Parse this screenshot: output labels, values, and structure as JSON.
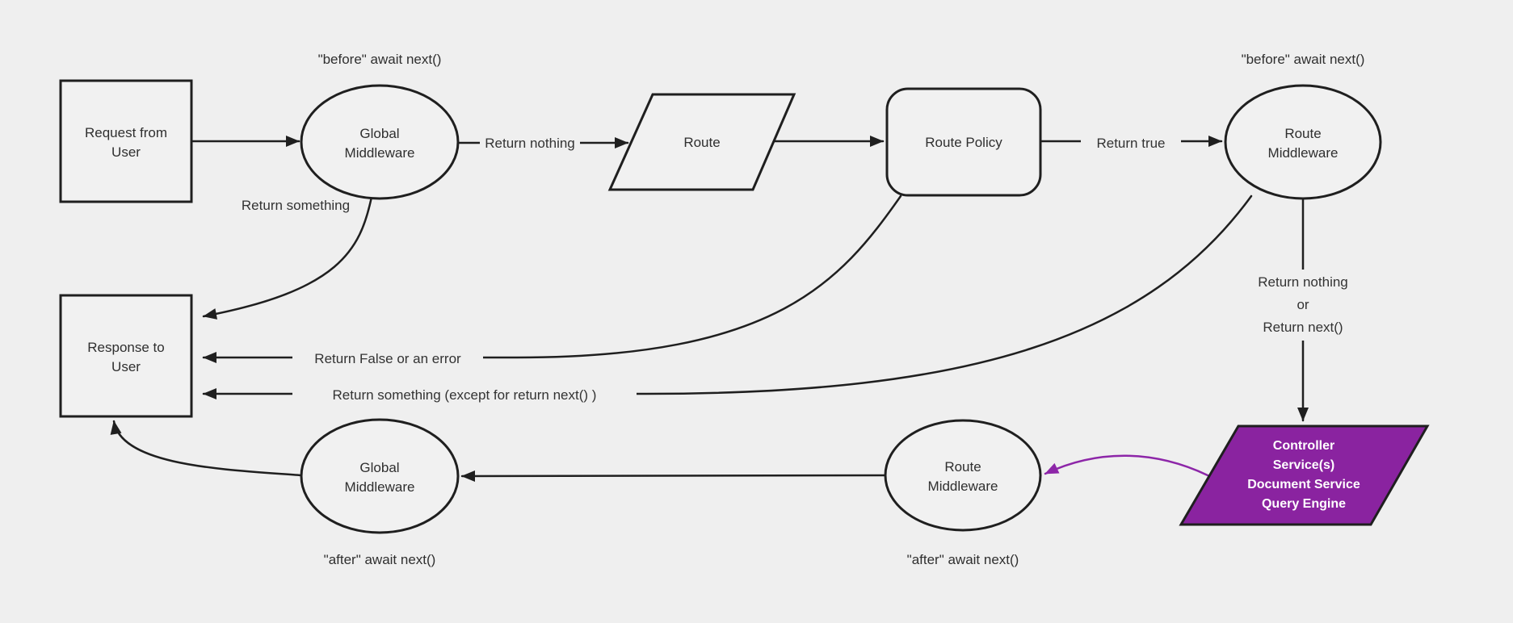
{
  "colors": {
    "background": "#efefef",
    "node_fill": "#f1f1f1",
    "stroke": "#1f1f1f",
    "text": "#2f2f2f",
    "accent_purple": "#8a23a0",
    "accent_purple_arrow": "#8d26a8"
  },
  "nodes": {
    "request": {
      "line1": "Request from",
      "line2": "User"
    },
    "global_middleware_top": {
      "line1": "Global",
      "line2": "Middleware"
    },
    "route": {
      "label": "Route"
    },
    "route_policy": {
      "label": "Route Policy"
    },
    "route_middleware_top": {
      "line1": "Route",
      "line2": "Middleware"
    },
    "controller": {
      "line1": "Controller",
      "line2": "Service(s)",
      "line3": "Document Service",
      "line4": "Query Engine"
    },
    "route_middleware_bottom": {
      "line1": "Route",
      "line2": "Middleware"
    },
    "global_middleware_bottom": {
      "line1": "Global",
      "line2": "Middleware"
    },
    "response": {
      "line1": "Response to",
      "line2": "User"
    }
  },
  "annotations": {
    "before_await_global": "\"before\" await next()",
    "before_await_route": "\"before\" await next()",
    "after_await_global": "\"after\" await next()",
    "after_await_route": "\"after\" await next()"
  },
  "edges": {
    "return_nothing": "Return nothing",
    "return_true": "Return true",
    "return_something": "Return something",
    "return_false_error": "Return False or an error",
    "return_something_except": "Return something (except for return next() )",
    "return_nothing_or": {
      "l1": "Return nothing",
      "l2": "or",
      "l3": "Return next()"
    }
  }
}
